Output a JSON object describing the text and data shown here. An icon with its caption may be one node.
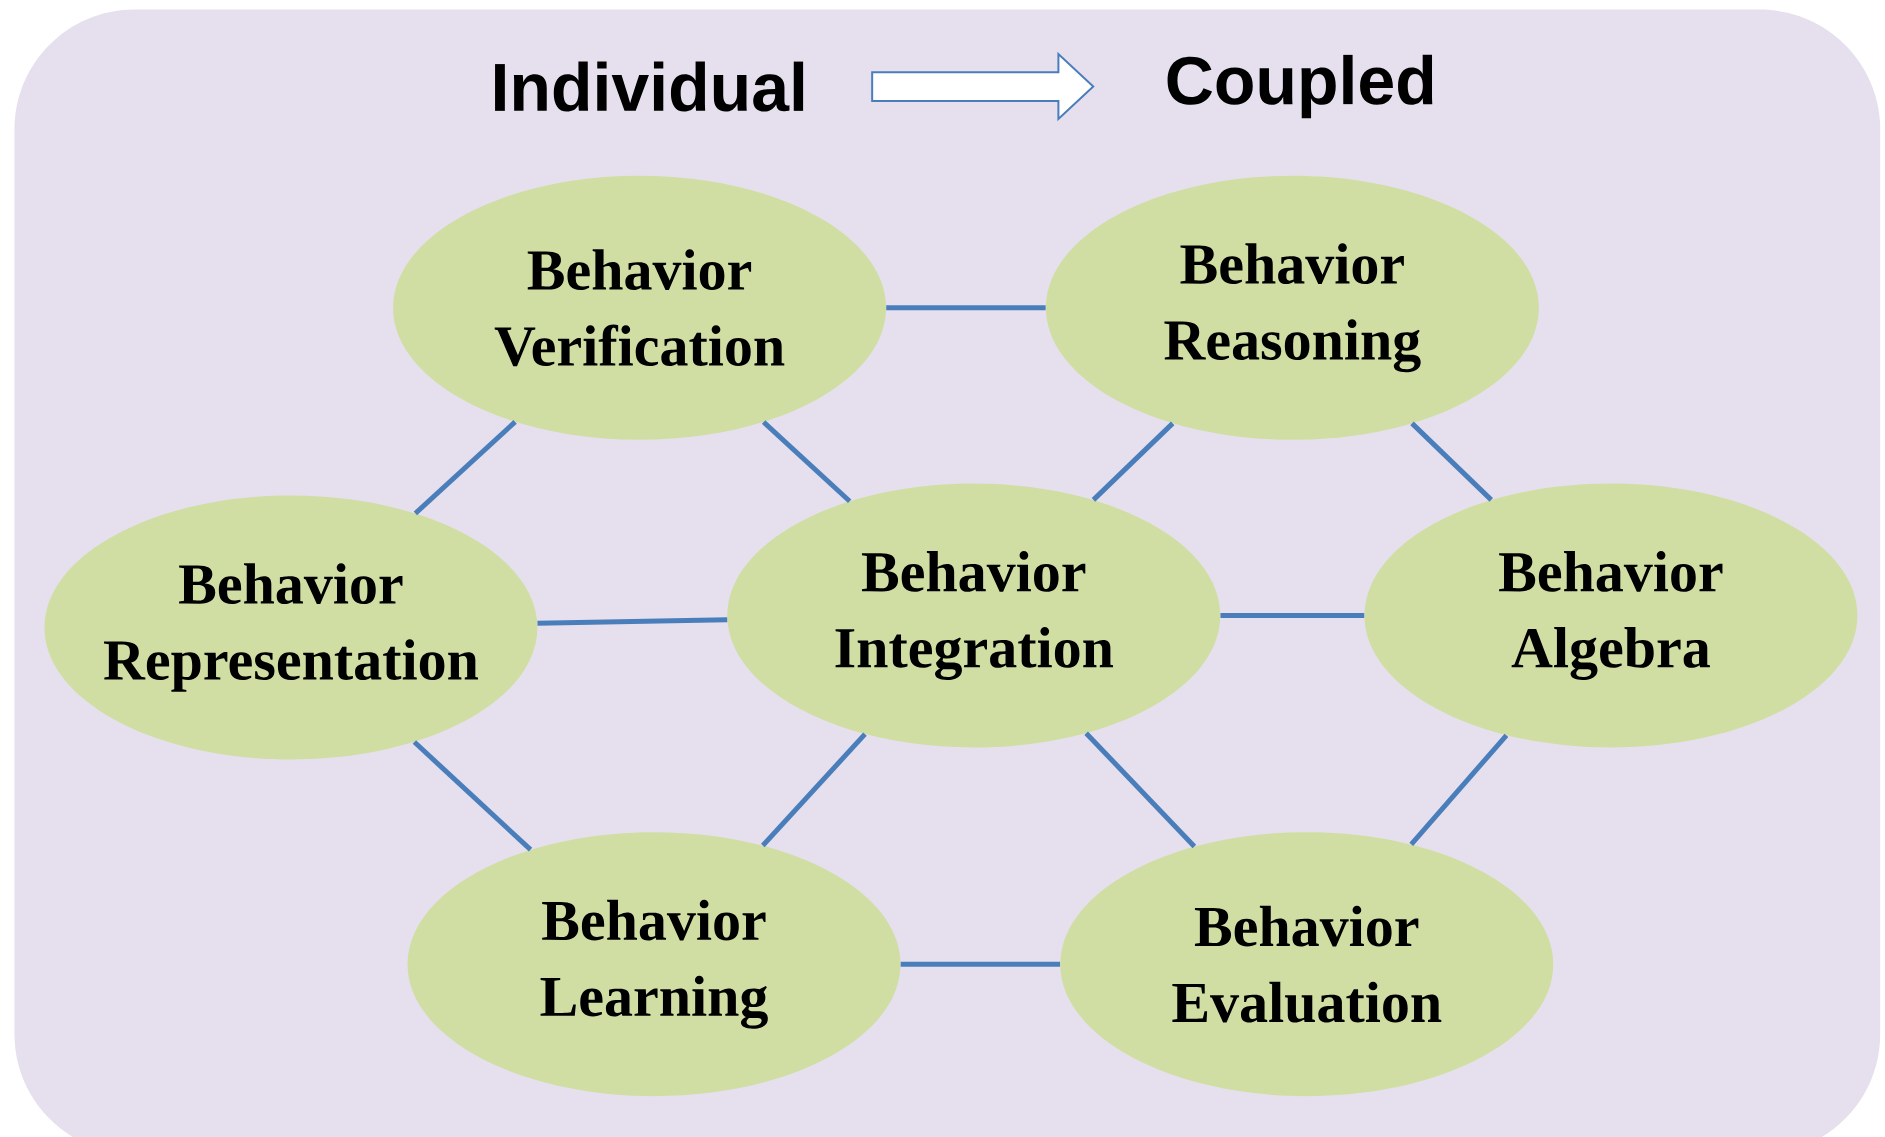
{
  "diagram": {
    "nodes": [
      {
        "text": [
          "Individual"
        ]
      },
      {
        "text": [
          "Coupled"
        ]
      },
      {
        "text": [
          "Behavior Verification"
        ]
      },
      {
        "text": [
          "Behavior Reasoning"
        ]
      },
      {
        "text": [
          "Behavior Representation"
        ]
      },
      {
        "text": [
          "Behavior Integration"
        ]
      },
      {
        "text": [
          "Behavior Algebra"
        ]
      },
      {
        "text": [
          "Behavior Learning"
        ]
      },
      {
        "text": [
          "Behavior Evaluation"
        ]
      }
    ],
    "edges": [
      {
        "from": 0,
        "to": 1,
        "arrow": "to",
        "style": "thick"
      },
      {
        "from": 2,
        "to": 3,
        "arrow": "none"
      },
      {
        "from": 4,
        "to": 2,
        "arrow": "none"
      },
      {
        "from": 3,
        "to": 6,
        "arrow": "none"
      },
      {
        "from": 2,
        "to": 5,
        "arrow": "none"
      },
      {
        "from": 3,
        "to": 5,
        "arrow": "none"
      },
      {
        "from": 4,
        "to": 5,
        "arrow": "none"
      },
      {
        "from": 5,
        "to": 6,
        "arrow": "none"
      },
      {
        "from": 5,
        "to": 7,
        "arrow": "none"
      },
      {
        "from": 5,
        "to": 8,
        "arrow": "none"
      },
      {
        "from": 4,
        "to": 7,
        "arrow": "none"
      },
      {
        "from": 6,
        "to": 8,
        "arrow": "none"
      },
      {
        "from": 7,
        "to": 8,
        "arrow": "none"
      }
    ]
  }
}
